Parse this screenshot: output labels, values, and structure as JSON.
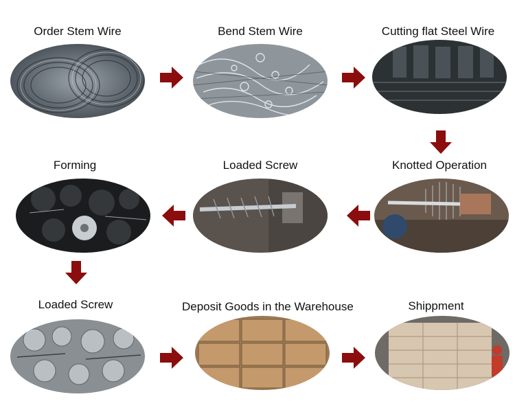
{
  "steps": [
    {
      "label": "Order Stem Wire",
      "photo": "steel wire coils"
    },
    {
      "label": "Bend Stem Wire",
      "photo": "bent wire stems pile"
    },
    {
      "label": "Cutting flat Steel Wire",
      "photo": "cut flat steel wire bundles"
    },
    {
      "label": "Knotted Operation",
      "photo": "twisting machine with brush"
    },
    {
      "label": "Loaded Screw",
      "photo": "twisted brush stem in vise"
    },
    {
      "label": "Forming",
      "photo": "formed black brushes"
    },
    {
      "label": "Loaded Screw",
      "photo": "finished wire brushes"
    },
    {
      "label": "Deposit Goods in the Warehouse",
      "photo": "stacked cartons"
    },
    {
      "label": "Shippment",
      "photo": "cartons in shipping container"
    }
  ],
  "arrows": [
    {
      "direction": "right"
    },
    {
      "direction": "right"
    },
    {
      "direction": "down"
    },
    {
      "direction": "left"
    },
    {
      "direction": "left"
    },
    {
      "direction": "down"
    },
    {
      "direction": "right"
    },
    {
      "direction": "right"
    }
  ],
  "colors": {
    "arrow": "#8b0d0d",
    "text": "#111111",
    "background": "#ffffff"
  }
}
